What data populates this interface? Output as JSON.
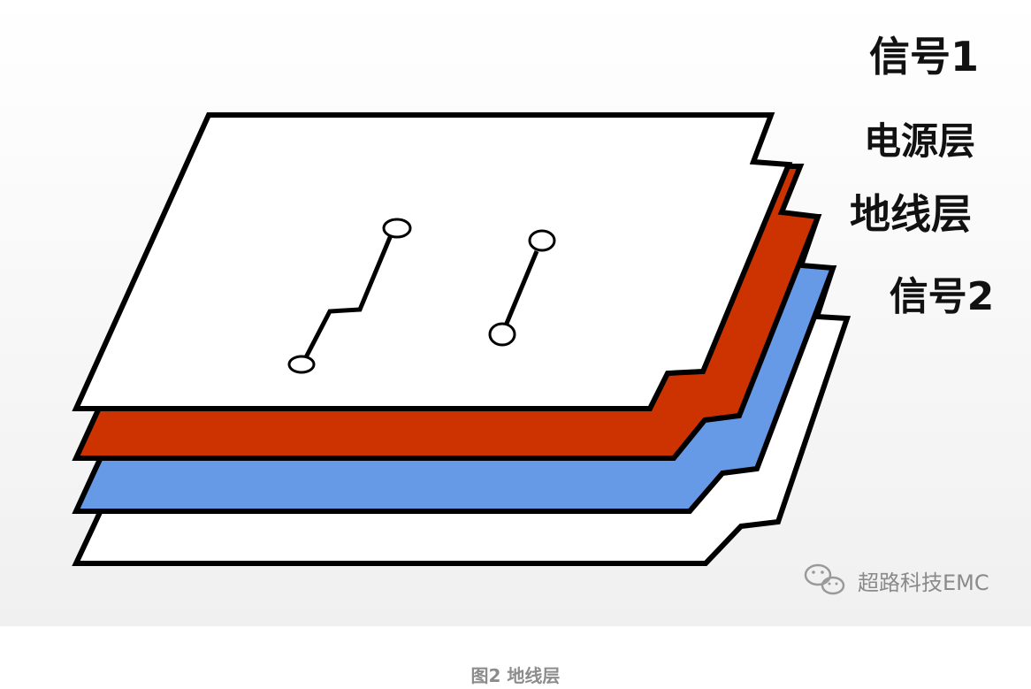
{
  "colors": {
    "signal_layer": "#ffffff",
    "power_layer": "#cc3300",
    "ground_layer": "#6699e6",
    "outline": "#000000"
  },
  "labels": {
    "signal1": "信号1",
    "power": "电源层",
    "ground": "地线层",
    "signal2": "信号2"
  },
  "watermark": {
    "text": "超路科技EMC",
    "icon": "wechat-icon"
  },
  "caption": "图2 地线层"
}
